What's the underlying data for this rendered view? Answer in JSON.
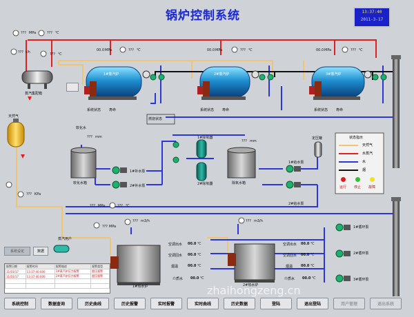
{
  "title": "锅炉控制系统",
  "clock": {
    "time": "13:37:40",
    "date": "2011-3-17"
  },
  "placeholder": "???",
  "units": {
    "mpa": "MPa",
    "c": "℃",
    "kpa": "KPa",
    "th": "t/h",
    "mm": "mm",
    "m3h": "m3/h"
  },
  "labels": {
    "steam_header": "蒸汽集配箱",
    "natural_gas": "天然气",
    "boiler1": "1#蒸汽炉",
    "boiler2": "2#蒸汽炉",
    "boiler3": "3#蒸汽炉",
    "sys_status": "系统状态",
    "life": "寿命",
    "soft_water": "软化水",
    "soft_tank": "软化水箱",
    "deaerator1": "1#除氧器",
    "deaerator2": "2#除氧器",
    "deaerator_tank": "除氧水箱",
    "pump1": "1#补水泵",
    "pump2": "2#补水泵",
    "dosing": "定压罐",
    "fp1": "1#给水泵",
    "fp2": "2#给水泵",
    "steam_user": "蒸汽用户",
    "hw1": "1#热水炉",
    "hw2": "2#热水炉",
    "ac_out": "空调出水",
    "ac_back": "空调回水",
    "flue": "烟温",
    "medium": "介质水",
    "cp1": "1#循环泵",
    "cp2": "2#循环泵",
    "cp3": "3#循环泵",
    "combustion": "燃烧状态",
    "run": "运行",
    "stop": "停止",
    "fault": "故障",
    "hw_val": "00.0"
  },
  "side_buttons": {
    "b1": "系统设定",
    "b2": "数据"
  },
  "legend": {
    "title": "状态指示",
    "items": [
      {
        "label": "天然气",
        "color": "#f0c470"
      },
      {
        "label": "水蒸汽",
        "color": "#e02020"
      },
      {
        "label": "水",
        "color": "#2a36d8"
      },
      {
        "label": "烟",
        "color": "#111111"
      }
    ],
    "status": [
      {
        "label": "运行",
        "color": "#e01a1a"
      },
      {
        "label": "停止",
        "color": "#30c030"
      },
      {
        "label": "故障",
        "color": "#f0e020"
      }
    ]
  },
  "alarm": {
    "headers": [
      "报警日期",
      "报警时间",
      "报警描述",
      "报警类型"
    ],
    "rows": [
      [
        "11/03/17",
        "13:37:40 000",
        "1#蒸汽炉压力报警",
        "超压报警"
      ],
      [
        "11/03/17",
        "13:37:40 000",
        "2#蒸汽炉压力报警",
        "超压报警"
      ],
      [
        "",
        "",
        "",
        ""
      ],
      [
        "",
        "",
        "",
        ""
      ]
    ]
  },
  "buttons": [
    {
      "label": "系统控制",
      "enabled": true
    },
    {
      "label": "数据查询",
      "enabled": true
    },
    {
      "label": "历史曲线",
      "enabled": true
    },
    {
      "label": "历史报警",
      "enabled": true
    },
    {
      "label": "实时报警",
      "enabled": true
    },
    {
      "label": "实时曲线",
      "enabled": true
    },
    {
      "label": "历史数据",
      "enabled": true
    },
    {
      "label": "登陆",
      "enabled": true
    },
    {
      "label": "退出登陆",
      "enabled": true
    },
    {
      "label": "用户管理",
      "enabled": false
    },
    {
      "label": "退出系统",
      "enabled": false
    }
  ],
  "watermark": "zhaihongzeng.cn",
  "colors": {
    "gas": "#f0c470",
    "steam": "#e02020",
    "water": "#2a36d8",
    "smoke": "#111111",
    "bg": "#cfd3d8"
  }
}
